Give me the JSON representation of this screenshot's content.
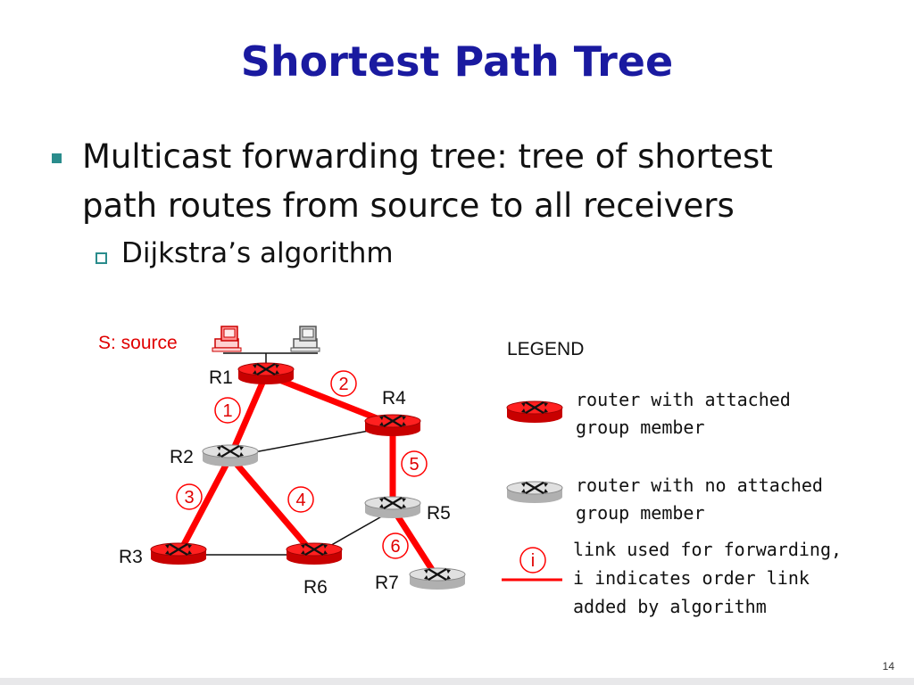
{
  "slide": {
    "title": "Shortest Path Tree",
    "bullet_line1": "Multicast forwarding tree: tree of shortest",
    "bullet_line2": "path routes from source to all receivers",
    "sub_bullet": "Dijkstra’s algorithm",
    "page_number": "14"
  },
  "diagram": {
    "source_label": "S: source",
    "routers": {
      "r1": "R1",
      "r2": "R2",
      "r3": "R3",
      "r4": "R4",
      "r5": "R5",
      "r6": "R6",
      "r7": "R7"
    },
    "link_order": [
      "1",
      "2",
      "3",
      "4",
      "5",
      "6"
    ],
    "colors": {
      "forwarding": "#ff0000",
      "member_router": "#e81010",
      "plain_router": "#d4d4d4"
    }
  },
  "legend": {
    "title": "LEGEND",
    "member_line1": "router with attached",
    "member_line2": "group member",
    "plain_line1": "router with no attached",
    "plain_line2": "group member",
    "link_symbol": "i",
    "link_line1": "link used for forwarding,",
    "link_line2": "i indicates order link",
    "link_line3": "added by algorithm"
  }
}
